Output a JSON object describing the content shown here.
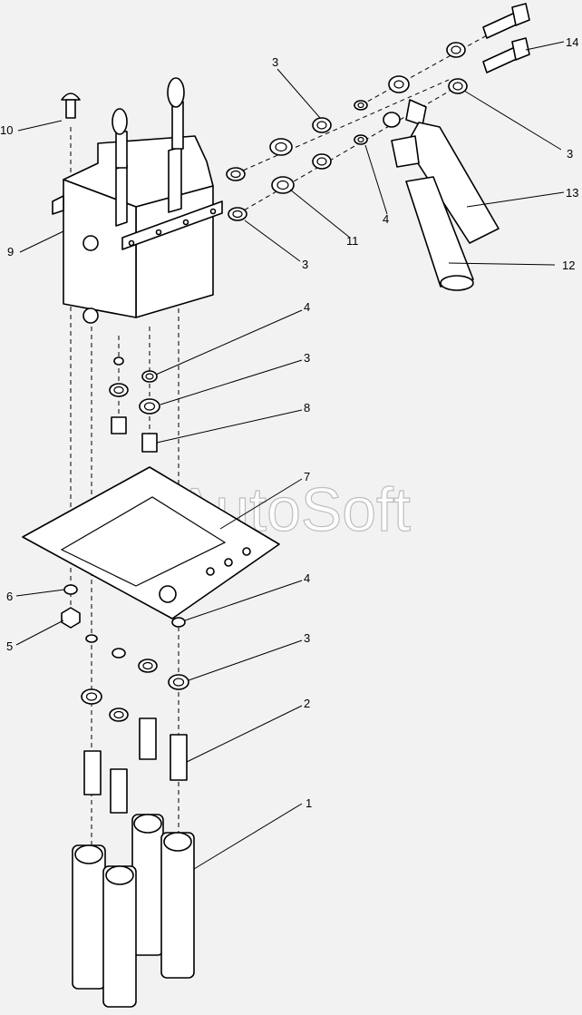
{
  "watermark": "AutoSoft",
  "colors": {
    "background": "#f2f2f2",
    "line": "#000000",
    "part_fill": "#ffffff",
    "watermark_stroke": "#b5b5b5"
  },
  "callouts": {
    "c1": "1",
    "c2": "2",
    "c3a": "3",
    "c3b": "3",
    "c3c": "3",
    "c3d": "3",
    "c3e": "3",
    "c4a": "4",
    "c4b": "4",
    "c4c": "4",
    "c5": "5",
    "c6": "6",
    "c7": "7",
    "c8": "8",
    "c9": "9",
    "c10": "10",
    "c11": "11",
    "c12": "12",
    "c13": "13",
    "c14": "14"
  }
}
